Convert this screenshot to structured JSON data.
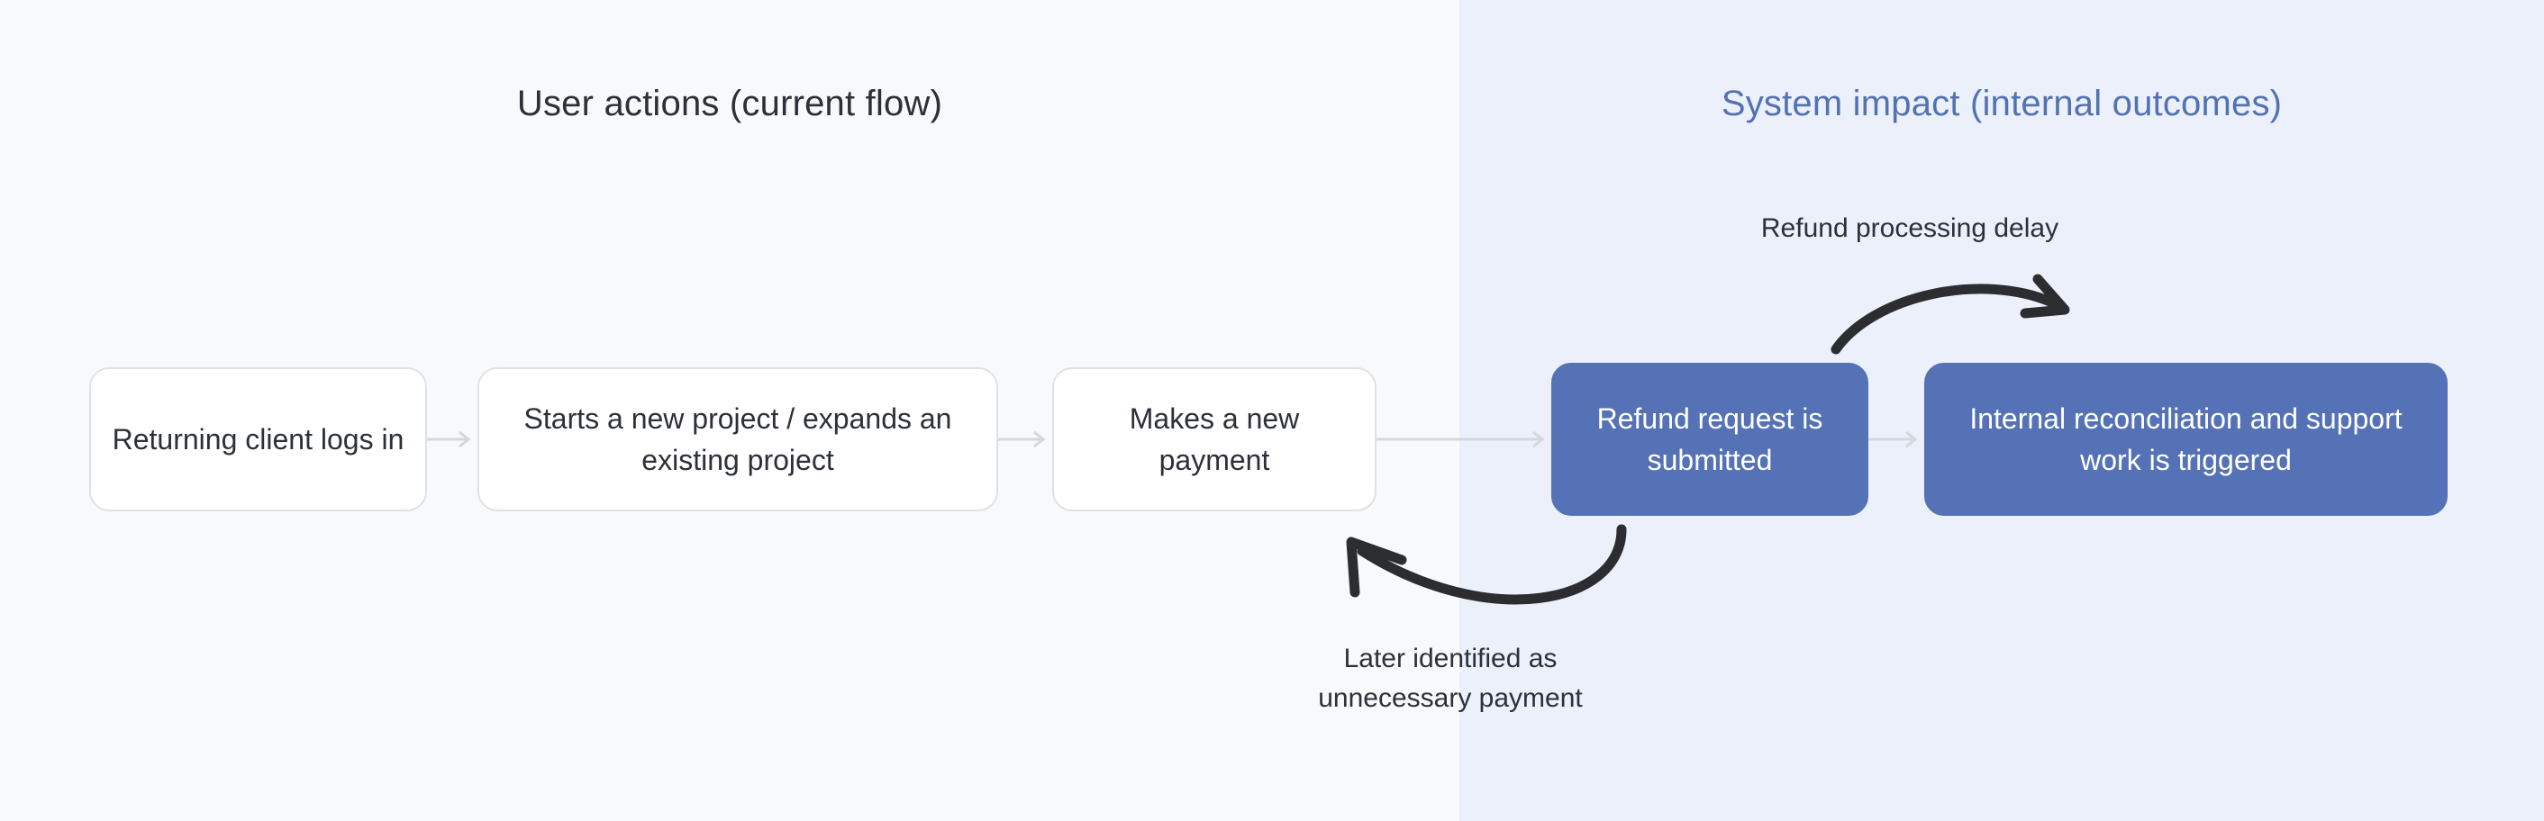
{
  "columns": {
    "left": {
      "title": "User actions (current flow)",
      "background": "#F8F9FB",
      "title_color": "#2C3038"
    },
    "right": {
      "title": "System impact (internal outcomes)",
      "background": "#EBF0FB",
      "title_color": "#5272B4"
    }
  },
  "nodes": [
    {
      "id": "returning-client-logs-in",
      "label": "Returning client\nlogs in",
      "group": "user"
    },
    {
      "id": "starts-new-project",
      "label": "Starts a new project\n/ expands an existing project",
      "group": "user"
    },
    {
      "id": "makes-new-payment",
      "label": "Makes a new\npayment",
      "group": "user"
    },
    {
      "id": "refund-request-submitted",
      "label": "Refund request\nis submitted",
      "group": "system"
    },
    {
      "id": "internal-reconciliation",
      "label": "Internal reconciliation and\nsupport work is triggered",
      "group": "system"
    }
  ],
  "annotations": {
    "top": "Refund processing delay",
    "bottom": "Later identified as\nunnecessary payment"
  },
  "colors": {
    "node_fill_user": "#FFFFFF",
    "node_border_user": "#DFE1E6",
    "node_fill_system": "#5472B5",
    "node_text_user": "#2C3038",
    "node_text_system": "#FFFFFF",
    "connector": "#D5D7DC",
    "curve_arrow": "#2B2D31"
  }
}
